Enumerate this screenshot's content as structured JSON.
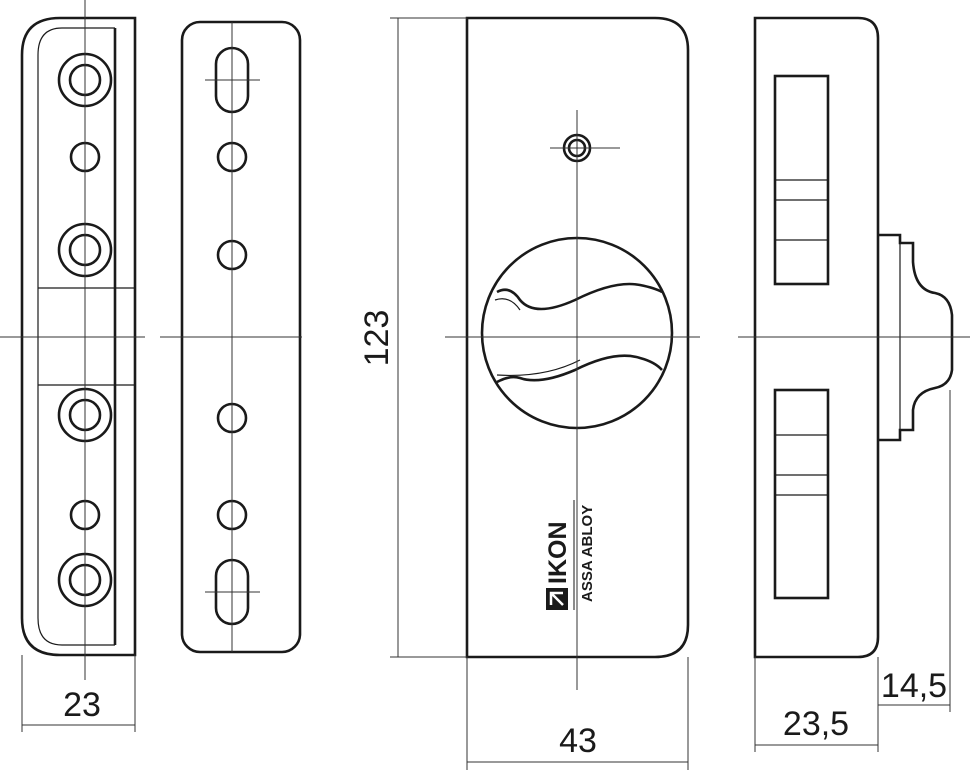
{
  "dimensions": {
    "side_width": "23",
    "height": "123",
    "front_width": "43",
    "depth": "23,5",
    "knob_depth": "14,5"
  },
  "logo": {
    "brand": "IKON",
    "sub": "ASSA ABLOY"
  }
}
